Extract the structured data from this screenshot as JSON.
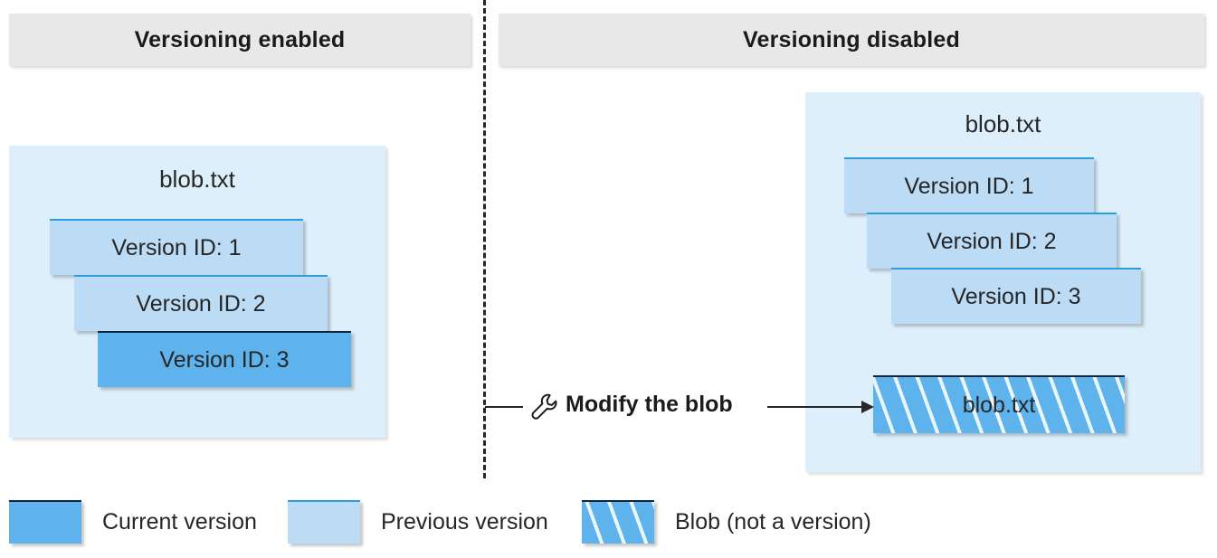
{
  "diagram": {
    "panels": [
      {
        "id": "versioning-enabled",
        "header": "Versioning enabled",
        "container_title": "blob.txt",
        "versions": [
          {
            "label": "Version ID: 1",
            "kind": "previous"
          },
          {
            "label": "Version ID: 2",
            "kind": "previous"
          },
          {
            "label": "Version ID: 3",
            "kind": "current"
          }
        ]
      },
      {
        "id": "versioning-disabled",
        "header": "Versioning disabled",
        "container_title": "blob.txt",
        "versions": [
          {
            "label": "Version ID: 1",
            "kind": "previous"
          },
          {
            "label": "Version ID: 2",
            "kind": "previous"
          },
          {
            "label": "Version ID: 3",
            "kind": "previous"
          }
        ],
        "blob": {
          "label": "blob.txt",
          "kind": "blob-not-a-version"
        }
      }
    ],
    "action": {
      "label": "Modify the blob",
      "icon": "wrench-icon",
      "direction": "left-to-right"
    },
    "legend": [
      {
        "label": "Current version",
        "kind": "current",
        "color": "#5eb3ec"
      },
      {
        "label": "Previous version",
        "kind": "previous",
        "color": "#bcdcf5"
      },
      {
        "label": "Blob (not a version)",
        "kind": "hatched",
        "color": "#5eb3ec"
      }
    ],
    "colors": {
      "header_bar": "#e8e8e8",
      "container_background": "#ddeffa",
      "current_version": "#5eb3ec",
      "previous_version": "#bcdcf5",
      "divider": "#262626",
      "text": "#262626"
    }
  }
}
